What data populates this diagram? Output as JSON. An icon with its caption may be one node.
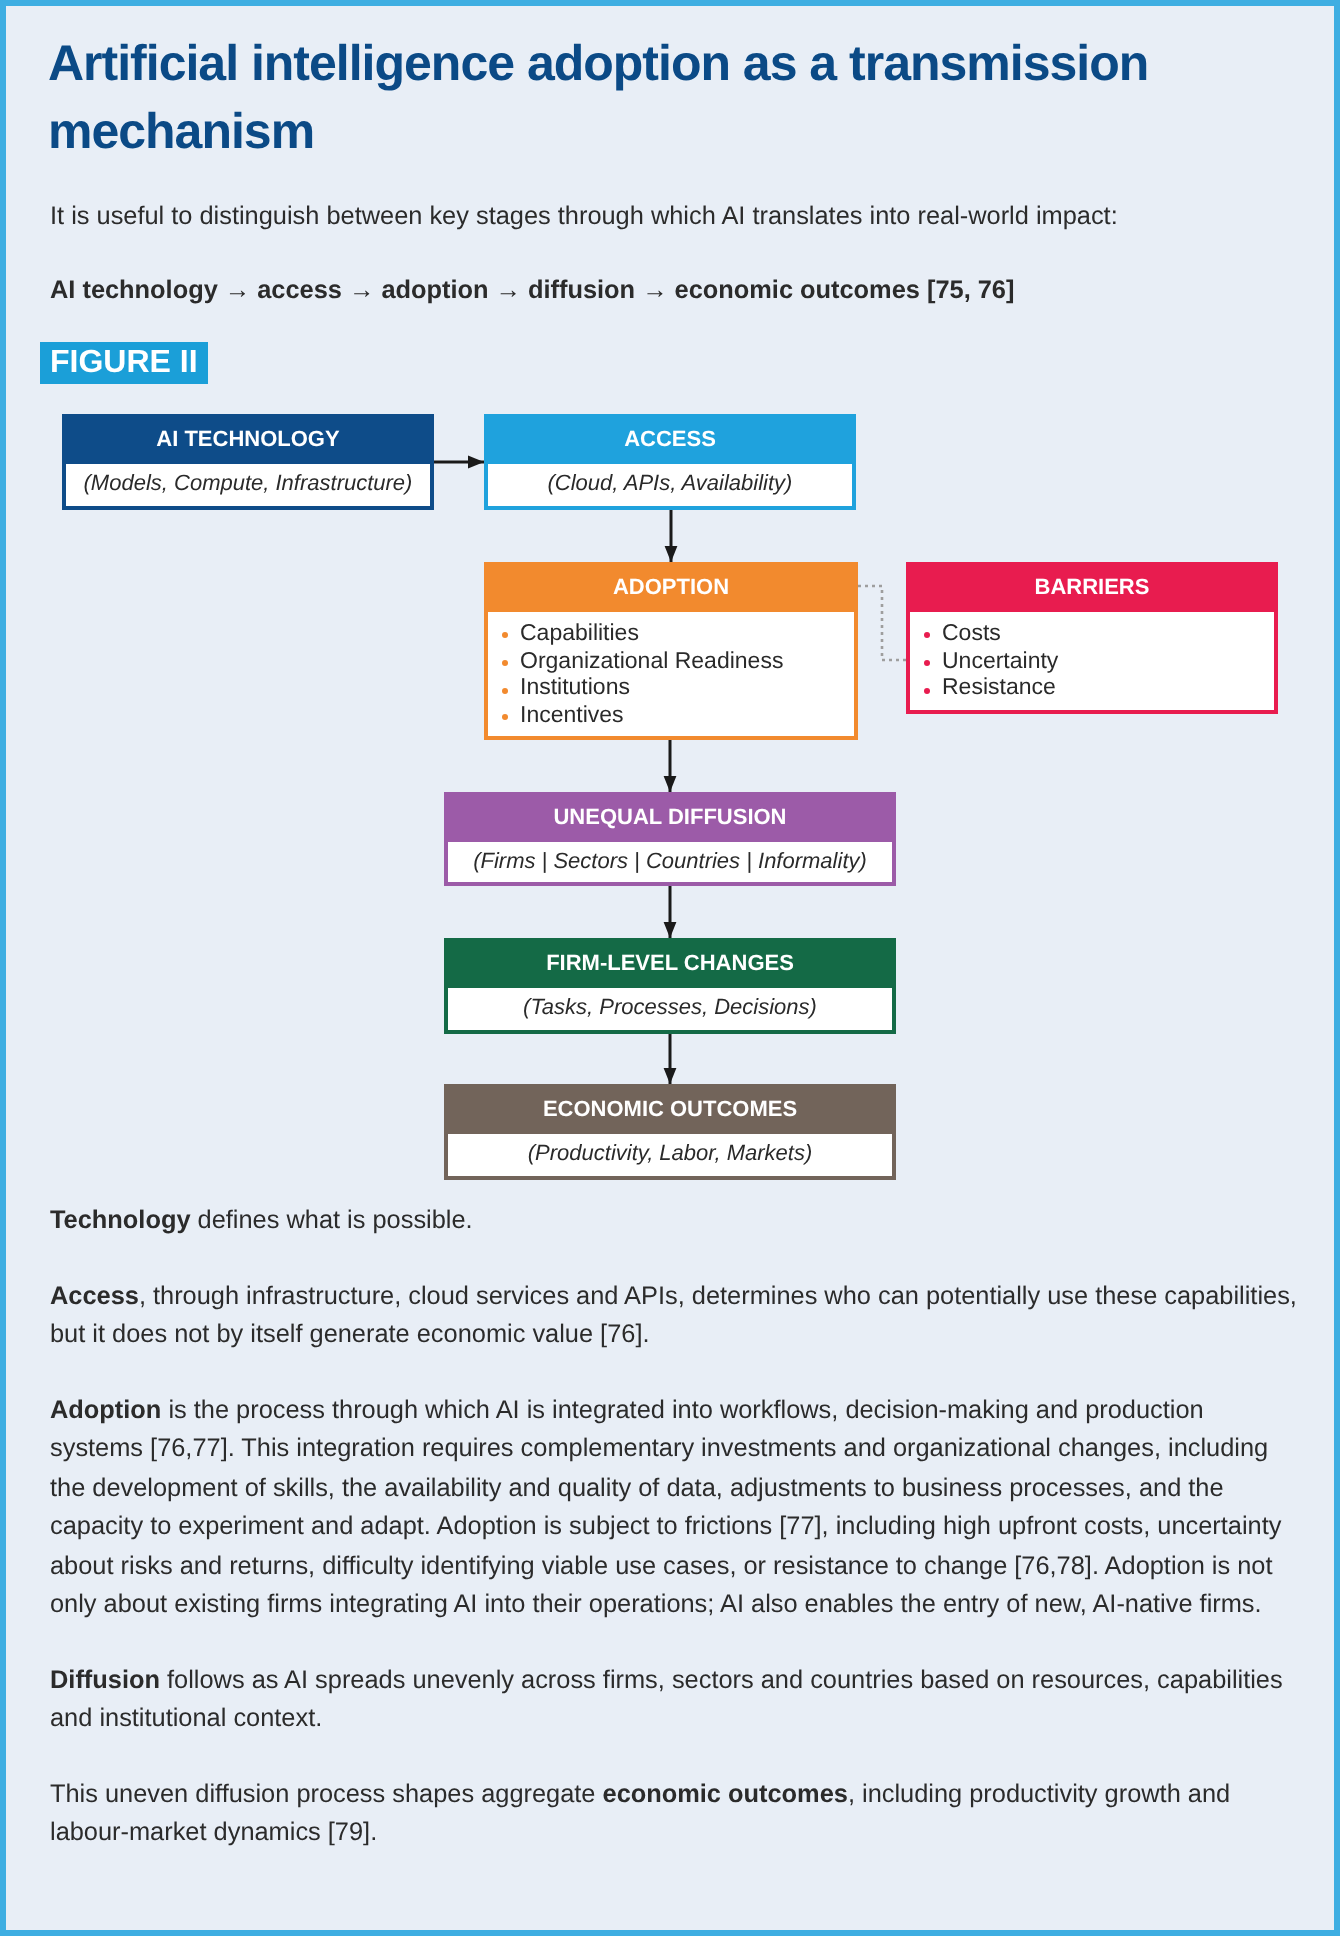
{
  "diagram": {
    "title": "Artificial intelligence adoption as a transmission mechanism",
    "nodes": [
      {
        "text": [
          "AI TECHNOLOGY",
          "(Models, Compute, Infrastructure)"
        ]
      },
      {
        "text": [
          "ACCESS",
          "(Cloud, APIs, Availability)"
        ]
      },
      {
        "text": [
          "ADOPTION",
          "Capabilities",
          "Organizational Readiness",
          "Institutions",
          "Incentives"
        ]
      },
      {
        "text": [
          "BARRIERS",
          "Costs",
          "Uncertainty",
          "Resistance"
        ]
      },
      {
        "text": [
          "UNEQUAL DIFFUSION",
          "(Firms | Sectors | Countries | Informality)"
        ]
      },
      {
        "text": [
          "FIRM-LEVEL CHANGES",
          "(Tasks, Processes, Decisions)"
        ]
      },
      {
        "text": [
          "ECONOMIC OUTCOMES",
          "(Productivity, Labor, Markets)"
        ]
      }
    ],
    "edges": [
      {
        "from": 0,
        "to": 1,
        "arrow": "to"
      },
      {
        "from": 1,
        "to": 2,
        "arrow": "to"
      },
      {
        "from": 2,
        "to": 3,
        "arrow": "none",
        "style": "dashed",
        "color": "#9e9e9e"
      },
      {
        "from": 2,
        "to": 4,
        "arrow": "to"
      },
      {
        "from": 4,
        "to": 5,
        "arrow": "to"
      },
      {
        "from": 5,
        "to": 6,
        "arrow": "to"
      }
    ],
    "labels": [
      "It is useful to distinguish between key stages through which AI translates into real-world impact:",
      "AI technology → access → adoption → diffusion → economic outcomes [75, 76]",
      "FIGURE II",
      "**Technology** defines what is possible.",
      "**Access**, through infrastructure, cloud services and APIs, determines who can potentially use these capabilities, but it does not by itself generate economic value [76].",
      "**Adoption** is the process through which AI is integrated into workflows, decision-making and production systems [76,77]. This integration requires complementary investments and organizational changes, including the development of skills, the availability and quality of data, adjustments to business processes, and the capacity to experiment and adapt. Adoption is subject to frictions [77], including high upfront costs, uncertainty about risks and returns, difficulty identifying viable use cases, or resistance to change [76,78]. Adoption is not only about existing firms integrating AI into their operations; AI also enables the entry of new, AI-native firms.",
      "**Diffusion** follows as AI spreads unevenly across firms, sectors and countries based on resources, capabilities and institutional context.",
      "This uneven diffusion process shapes aggregate **economic outcomes**, including productivity growth and labour-market dynamics [79]."
    ]
  }
}
